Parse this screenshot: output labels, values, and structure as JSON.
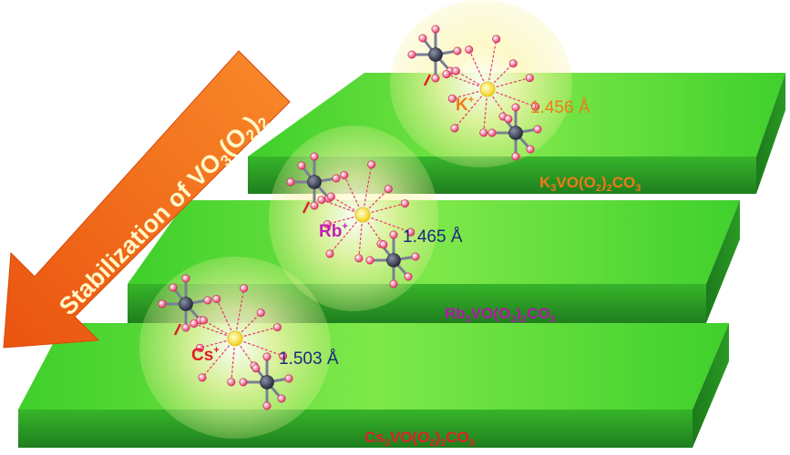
{
  "arrow": {
    "label_main": "Stabilization of VO",
    "label_sub1": "3",
    "label_mid": "(O",
    "label_sub2": "2",
    "label_close": ")",
    "label_sub3": "2",
    "color": "#f26a12"
  },
  "layers": [
    {
      "id": "k",
      "ion": "K",
      "ion_charge": "+",
      "bond": "1.456 Å",
      "formula": {
        "a": "K",
        "s1": "3",
        "b": "VO(O",
        "s2": "2",
        "c": ")",
        "s3": "2",
        "d": "CO",
        "s4": "3"
      },
      "ion_color": "#ee7a1a",
      "formula_color": "#ee7a1a"
    },
    {
      "id": "rb",
      "ion": "Rb",
      "ion_charge": "+",
      "bond": "1.465 Å",
      "formula": {
        "a": "Rb",
        "s1": "3",
        "b": "VO(O",
        "s2": "2",
        "c": ")",
        "s3": "2",
        "d": "CO",
        "s4": "3"
      },
      "ion_color": "#c21fb3",
      "formula_color": "#b318a8"
    },
    {
      "id": "cs",
      "ion": "Cs",
      "ion_charge": "+",
      "bond": "1.503 Å",
      "formula": {
        "a": "Cs",
        "s1": "3",
        "b": "VO(O",
        "s2": "2",
        "c": ")",
        "s3": "2",
        "d": "CO",
        "s4": "3"
      },
      "ion_color": "#e01e2a",
      "formula_color": "#e01e2a"
    }
  ],
  "colors": {
    "slab_top": "#5fe03a",
    "slab_front": "#2a9a24",
    "glow": "#fff6a8",
    "oxygen": "#e83a6a",
    "vanadium": "#3a3f55",
    "cation": "#ffe23a"
  }
}
